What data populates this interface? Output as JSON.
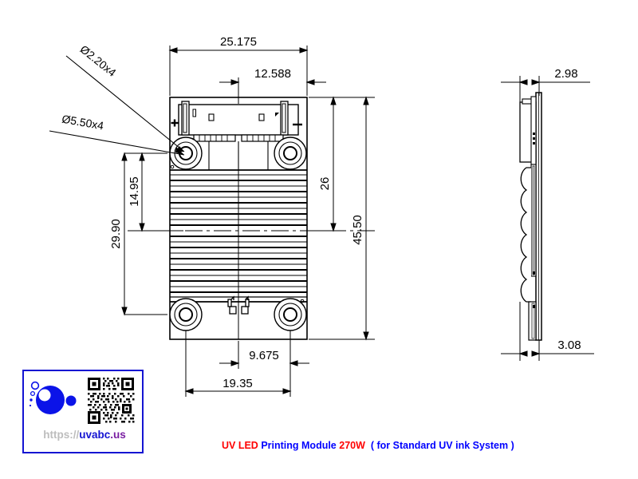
{
  "drawing": {
    "title": "UV LED Printing Module 270W mechanical drawing",
    "units": "mm",
    "line_color": "#000000",
    "views": [
      {
        "name": "front-view",
        "label": "front"
      },
      {
        "name": "side-view",
        "label": "side"
      }
    ]
  },
  "dimensions": {
    "top_overall_width": "25.175",
    "top_half_width": "12.588",
    "left_inner_height": "14.95",
    "left_outer_height": "29.90",
    "right_inner_height": "26",
    "right_outer_height": "45.50",
    "bottom_half_width": "9.675",
    "bottom_overall_width": "19.35",
    "side_top_thickness": "2.98",
    "side_bottom_thickness": "3.08"
  },
  "callouts": {
    "small_hole": "Ø2.20x4",
    "large_hole": "Ø5.50x4"
  },
  "polarity": {
    "positive": "+",
    "negative": "−"
  },
  "caption": {
    "part_red_1": "UV LED",
    "part_blue_1": "Printing Module",
    "part_red_2": "270W",
    "part_blue_2": "( for Standard UV ink System )"
  },
  "logo_card": {
    "url_prefix": "https://",
    "url_domain": "uvabc",
    "url_tld": ".us",
    "qr_alt": "qr-code",
    "border_color": "#1414d2",
    "bubble_color": "#0b13e8"
  }
}
